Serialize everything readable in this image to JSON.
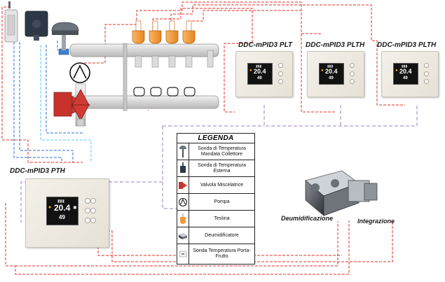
{
  "thermostats": [
    {
      "label": "DDC-mPID3 PLT",
      "temp": "20.4",
      "humidity": "49"
    },
    {
      "label": "DDC-mPID3 PLTH",
      "temp": "20.4",
      "humidity": "49"
    },
    {
      "label": "DDC-mPID3 PLTH",
      "temp": "20.4",
      "humidity": "49"
    },
    {
      "label": "DDC-mPID3 PTH",
      "temp": "20.4",
      "humidity": "49"
    }
  ],
  "legend": {
    "title": "LEGENDA",
    "items": [
      {
        "icon": "supply-temperature-sensor-icon",
        "text": "Sonda di Temperatura Mandata Collettore"
      },
      {
        "icon": "external-temperature-sensor-icon",
        "text": "Sonda di Temperatura Esterna"
      },
      {
        "icon": "mixing-valve-icon",
        "text": "Valvola Miscelatrice"
      },
      {
        "icon": "pump-icon",
        "text": "Pompa"
      },
      {
        "icon": "actuator-head-icon",
        "text": "Testina"
      },
      {
        "icon": "dehumidifier-icon",
        "text": "Deumidificatore"
      },
      {
        "icon": "wall-box-sensor-icon",
        "text": "Sonda Temperatura Porta-Frutto"
      }
    ]
  },
  "dehumidifier": {
    "label_left": "Deumidificazione",
    "label_right": "Integrazione"
  },
  "colors": {
    "power_wiring": "#e0312c",
    "bus_wiring": "#9b7fc6",
    "sensor_wiring_blue": "#2f6fd0",
    "sensor_wiring_cyan": "#5bc4e6",
    "actuator": "#f39a3c",
    "valve": "#d23b35",
    "pipe": "#d9d9d9"
  }
}
